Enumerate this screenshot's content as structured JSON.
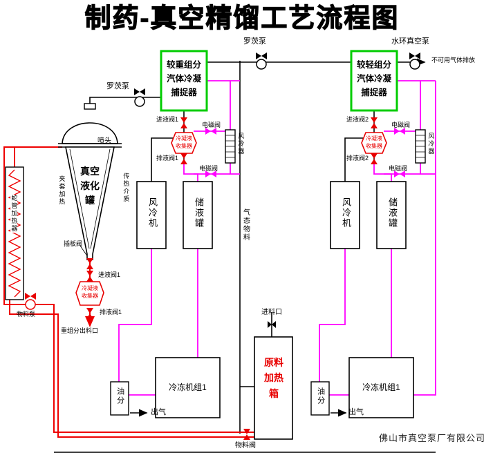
{
  "title": "制药-真空精馏工艺流程图",
  "company": "佛山市真空泵厂有限公司",
  "colors": {
    "trap_border": "#00cc00",
    "pipe_hot": "#ee0000",
    "pipe_coolant": "#ff00ff",
    "pipe_gas": "#000000"
  },
  "pumps": {
    "roots_top": "罗茨泵",
    "roots_left": "罗茨泵",
    "water_ring": "水环真空泵",
    "material": "物料泵"
  },
  "traps": {
    "heavy": "较重组分汽体冷凝捕捉器",
    "light": "较轻组分汽体冷凝捕捉器"
  },
  "tank": {
    "name": "真空液化罐",
    "spray_head": "喷头",
    "jacket_heating": "夹套加热",
    "heat_medium": "传热介质",
    "coil_heater": "蛇管加热器",
    "gate_valve": "插板阀"
  },
  "collector": "冷凝液收集器",
  "valves": {
    "inlet1": "进液阀1",
    "drain1": "排液阀1",
    "inlet2": "进液阀2",
    "drain2": "排液阀2",
    "solenoid": "电磁阀",
    "feed_inlet": "进料口",
    "material_valve": "物料阀"
  },
  "units": {
    "air_cooler": "风冷器",
    "fan_chiller": "风冷机",
    "storage_tank": "储液罐",
    "heater_box": "原料加热箱",
    "fridge_unit": "冷冻机组1",
    "oil_separator": "油分"
  },
  "flows": {
    "gas_material": "气态物料",
    "gas_out": "出气",
    "heavy_outlet": "重组分出料口",
    "exhaust": "不可用气体排放"
  }
}
